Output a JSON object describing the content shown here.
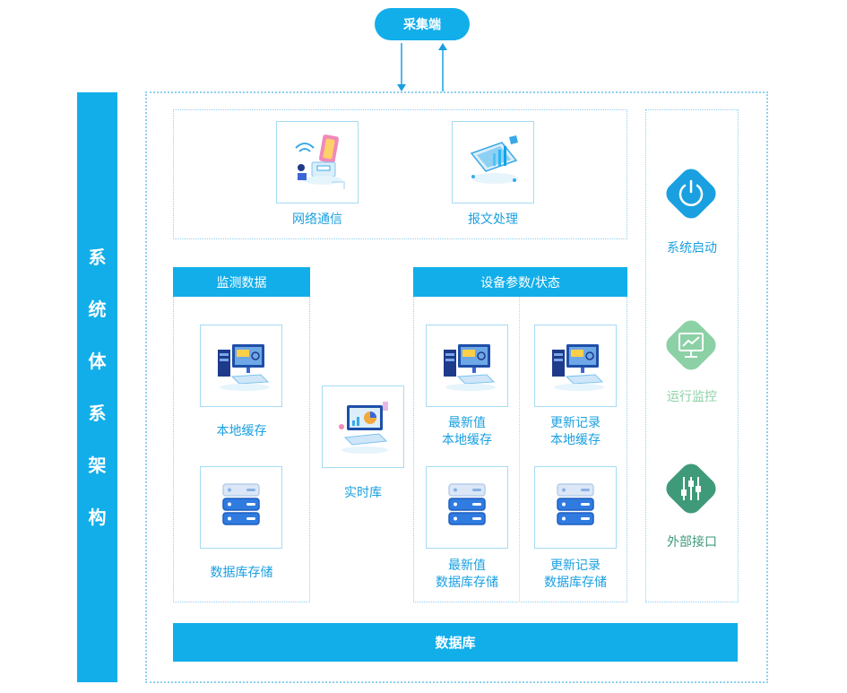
{
  "collector": {
    "label": "采集端"
  },
  "system": {
    "title_chars": [
      "系",
      "统",
      "体",
      "系",
      "架",
      "构"
    ]
  },
  "comm_section": {
    "network": {
      "label": "网络通信"
    },
    "message": {
      "label": "报文处理"
    }
  },
  "monitor_section": {
    "header": "监测数据",
    "local_cache": {
      "label": "本地缓存"
    },
    "db_storage": {
      "label": "数据库存储"
    }
  },
  "realtime": {
    "label": "实时库"
  },
  "device_section": {
    "header": "设备参数/状态",
    "latest_local": {
      "line1": "最新值",
      "line2": "本地缓存"
    },
    "history_local": {
      "line1": "更新记录",
      "line2": "本地缓存"
    },
    "latest_db": {
      "line1": "最新值",
      "line2": "数据库存储"
    },
    "history_db": {
      "line1": "更新记录",
      "line2": "数据库存储"
    }
  },
  "right_panel": {
    "startup": {
      "label": "系统启动",
      "icon": "power-icon",
      "color": "#1aa0e0"
    },
    "monitor": {
      "label": "运行监控",
      "icon": "monitor-chart-icon",
      "color": "#8cd1a6"
    },
    "interface": {
      "label": "外部接口",
      "icon": "sliders-icon",
      "color": "#3f9a7a"
    }
  },
  "database": {
    "label": "数据库"
  },
  "colors": {
    "primary": "#12aeea",
    "dotted_border": "#8fd0ef",
    "green_light": "#8cd1a6",
    "green_dark": "#3f9a7a"
  }
}
